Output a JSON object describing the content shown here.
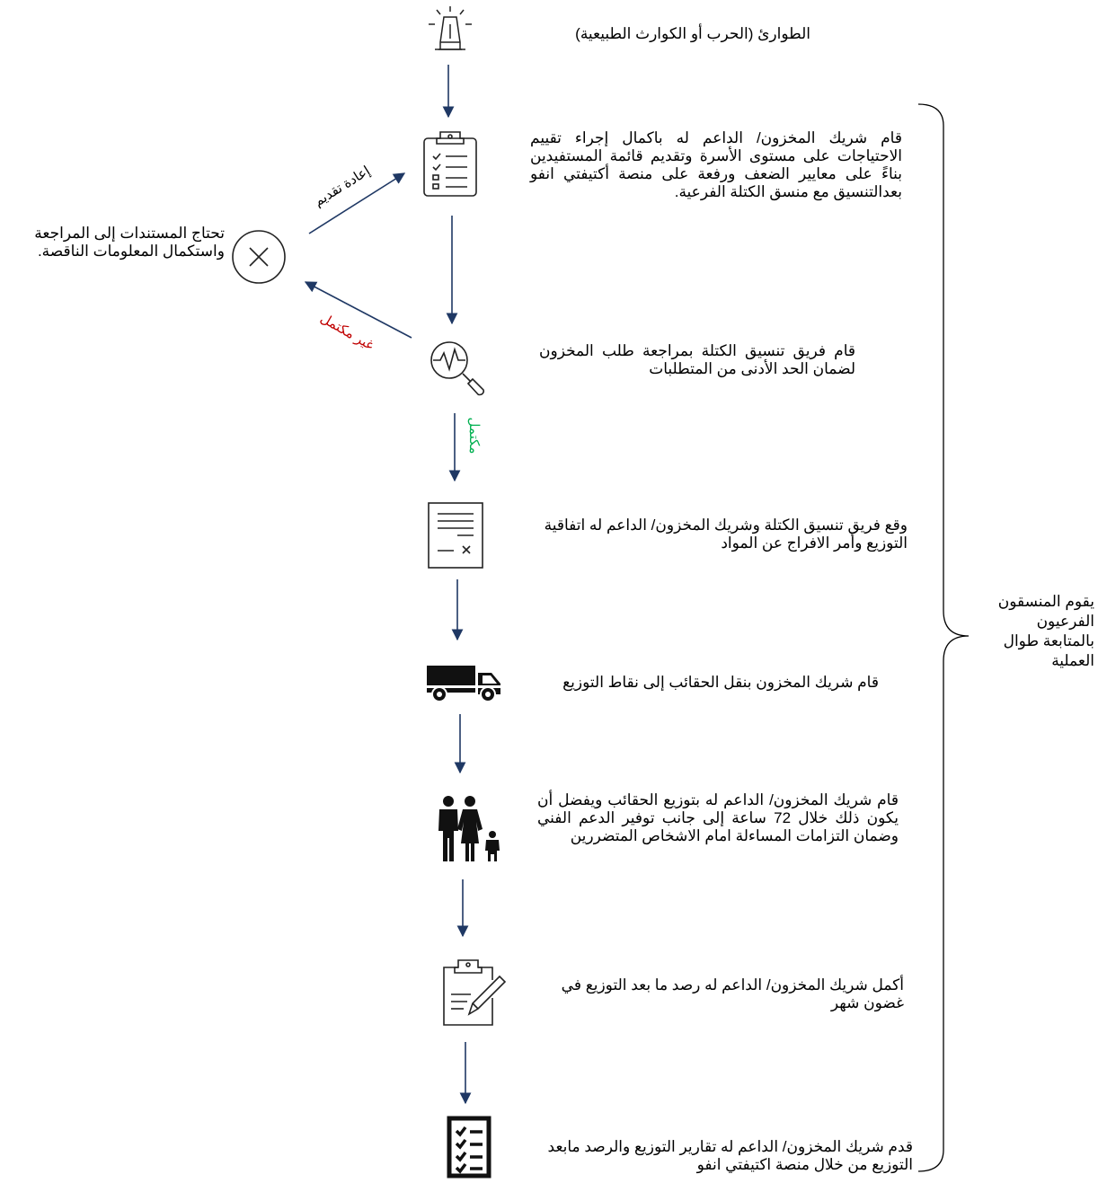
{
  "colors": {
    "arrow": "#1f3864",
    "rejected": "#c00000",
    "accepted": "#00b050"
  },
  "steps": [
    {
      "icon": "siren-icon",
      "text": "الطوارئ (الحرب أو الكوارث الطبيعية)"
    },
    {
      "icon": "checklist-clipboard-icon",
      "text": "قام شريك المخزون/ الداعم له باكمال إجراء تقييم الاحتياجات على مستوى الأسرة وتقديم قائمة المستفيدين بناءً على معايير الضعف ورفعة على منصة أكتيفتي انفو بعدالتنسيق مع منسق الكتلة الفرعية."
    },
    {
      "icon": "magnifier-heartbeat-icon",
      "text": "قام فريق تنسيق الكتلة بمراجعة طلب المخزون لضمان الحد الأدنى من المتطلبات"
    },
    {
      "icon": "signed-document-icon",
      "text": "وقع فريق تنسيق الكتلة وشريك المخزون/ الداعم له اتفاقية التوزيع وأمر الافراج عن المواد"
    },
    {
      "icon": "truck-icon",
      "text": "قام شريك المخزون بنقل الحقائب إلى نقاط التوزيع"
    },
    {
      "icon": "family-icon",
      "text": "قام شريك المخزون/ الداعم له بتوزيع الحقائب ويفضل أن يكون ذلك خلال 72 ساعة إلى جانب توفير الدعم الفني وضمان التزامات المساءلة امام الاشخاص المتضررين"
    },
    {
      "icon": "clipboard-pencil-icon",
      "text": "أكمل شريك المخزون/ الداعم له رصد ما بعد التوزيع في غضون شهر"
    },
    {
      "icon": "checklist-report-icon",
      "text": "قدم شريك المخزون/ الداعم له تقارير التوزيع والرصد مابعد التوزيع من خلال منصة اكتيفتي انفو"
    }
  ],
  "rejection": {
    "icon": "x-circle-icon",
    "text": "تحتاج المستندات إلى المراجعة واستكمال المعلومات الناقصة."
  },
  "labels": {
    "resubmit": "إعادة تقديم",
    "incomplete": "غير مكتمل",
    "complete": "مكتمل"
  },
  "brace_label": "يقوم المنسقون الفرعيون بالمتابعة طوال العملية"
}
